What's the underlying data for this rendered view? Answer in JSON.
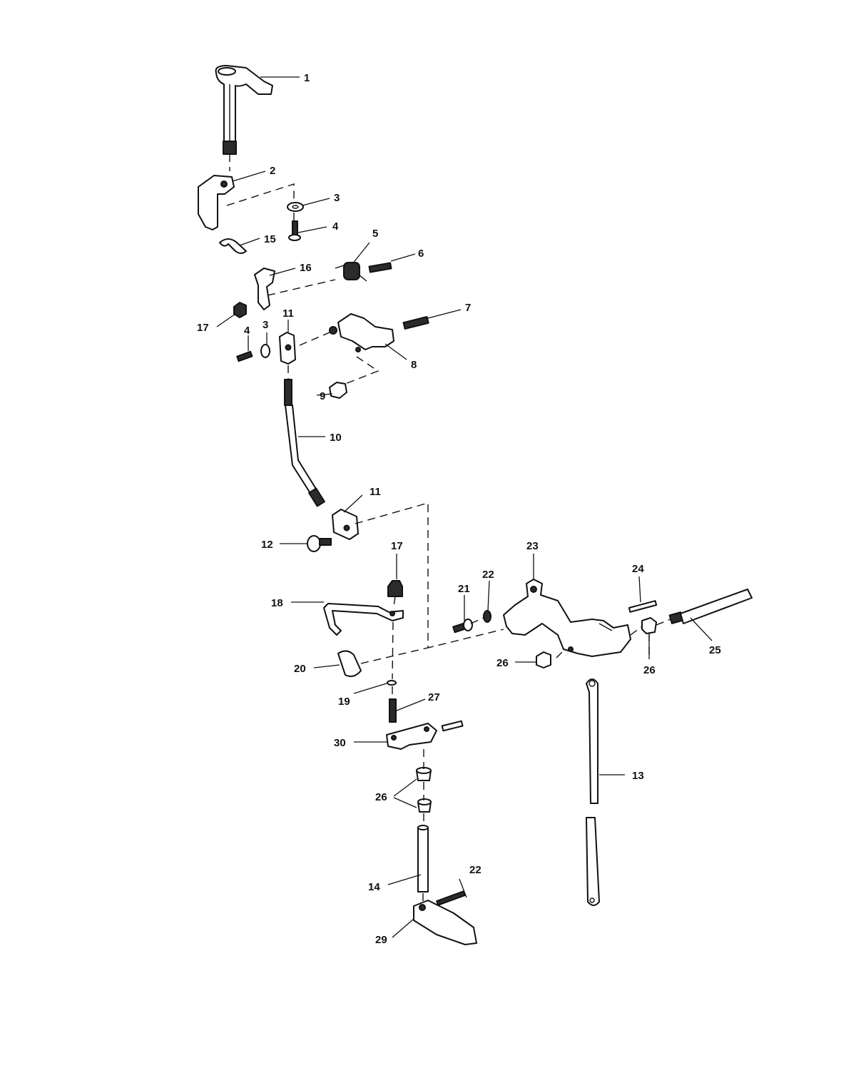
{
  "diagram": {
    "callouts": [
      {
        "id": "c1",
        "label": "1"
      },
      {
        "id": "c2",
        "label": "2"
      },
      {
        "id": "c3a",
        "label": "3"
      },
      {
        "id": "c4a",
        "label": "4"
      },
      {
        "id": "c15",
        "label": "15"
      },
      {
        "id": "c5",
        "label": "5"
      },
      {
        "id": "c6",
        "label": "6"
      },
      {
        "id": "c16",
        "label": "16"
      },
      {
        "id": "c17a",
        "label": "17"
      },
      {
        "id": "c11a",
        "label": "11"
      },
      {
        "id": "c4b",
        "label": "4"
      },
      {
        "id": "c3b",
        "label": "3"
      },
      {
        "id": "c7",
        "label": "7"
      },
      {
        "id": "c8",
        "label": "8"
      },
      {
        "id": "c9",
        "label": "9"
      },
      {
        "id": "c10",
        "label": "10"
      },
      {
        "id": "c11b",
        "label": "11"
      },
      {
        "id": "c12",
        "label": "12"
      },
      {
        "id": "c17b",
        "label": "17"
      },
      {
        "id": "c18",
        "label": "18"
      },
      {
        "id": "c23",
        "label": "23"
      },
      {
        "id": "c22a",
        "label": "22"
      },
      {
        "id": "c21",
        "label": "21"
      },
      {
        "id": "c24",
        "label": "24"
      },
      {
        "id": "c25",
        "label": "25"
      },
      {
        "id": "c26a",
        "label": "26"
      },
      {
        "id": "c26b",
        "label": "26"
      },
      {
        "id": "c20",
        "label": "20"
      },
      {
        "id": "c19",
        "label": "19"
      },
      {
        "id": "c27",
        "label": "27"
      },
      {
        "id": "c30",
        "label": "30"
      },
      {
        "id": "c13",
        "label": "13"
      },
      {
        "id": "c26c",
        "label": "26"
      },
      {
        "id": "c22b",
        "label": "22"
      },
      {
        "id": "c14",
        "label": "14"
      },
      {
        "id": "c29",
        "label": "29"
      }
    ]
  }
}
